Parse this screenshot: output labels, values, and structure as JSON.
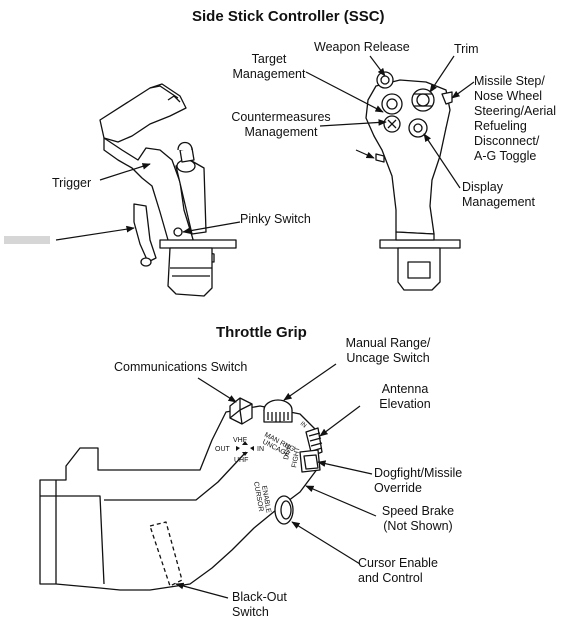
{
  "ssc": {
    "title": "Side Stick Controller (SSC)",
    "labels": {
      "target": [
        "Target",
        "Management"
      ],
      "weapon_release": "Weapon Release",
      "trim": "Trim",
      "missile_step": [
        "Missile Step/",
        "Nose Wheel",
        "Steering/Aerial",
        "Refueling",
        "Disconnect/",
        "A-G Toggle"
      ],
      "countermeasures": [
        "Countermeasures",
        "Management"
      ],
      "trigger": "Trigger",
      "display": [
        "Display",
        "Management"
      ],
      "pinky": "Pinky Switch"
    }
  },
  "throttle": {
    "title": "Throttle Grip",
    "labels": {
      "communications": "Communications Switch",
      "manual_range": [
        "Manual Range/",
        "Uncage Switch"
      ],
      "antenna": [
        "Antenna",
        "Elevation"
      ],
      "dogfight": [
        "Dogfight/Missile",
        "Override"
      ],
      "speed_brake": [
        "Speed Brake",
        "(Not Shown)"
      ],
      "cursor": [
        "Cursor Enable",
        "and Control"
      ],
      "blackout": [
        "Black-Out",
        "Switch"
      ]
    },
    "switch_text": {
      "vhf": "VHF",
      "uhf": "UHF",
      "out": "OUT",
      "in": "IN",
      "man_rng": "MAN RNG",
      "uncage": "UNCAGE",
      "dog": "DOG",
      "fight": "FIGHT",
      "cursor": "CURSOR",
      "enable": "ENABLE",
      "in_small": "IN"
    }
  }
}
